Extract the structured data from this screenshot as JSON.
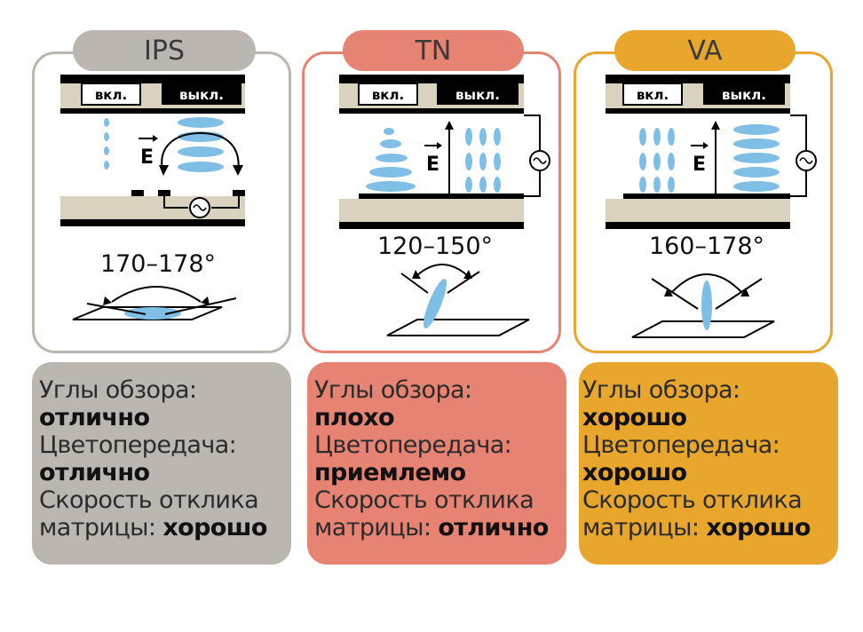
{
  "colors": {
    "ips": "#bcb6b0",
    "tn": "#e68373",
    "va": "#e8a62c",
    "lc": "#7fbfe6",
    "substrate": "#d9d2bf"
  },
  "panels": [
    {
      "name": "IPS",
      "on_label": "вкл.",
      "off_label": "выкл.",
      "field_label": "E",
      "angle": "170–178°",
      "viewing_label": "Углы обзора:",
      "viewing_value": "отлично",
      "color_label": "Цветопередача:",
      "color_value": "отлично",
      "response_label_1": "Скорость отклика",
      "response_label_2": "матрицы: ",
      "response_value": "хорошо"
    },
    {
      "name": "TN",
      "on_label": "вкл.",
      "off_label": "выкл.",
      "field_label": "E",
      "angle": "120–150°",
      "viewing_label": "Углы обзора:",
      "viewing_value": "плохо",
      "color_label": "Цветопередача:",
      "color_value": "приемлемо",
      "response_label_1": "Скорость отклика",
      "response_label_2": "матрицы: ",
      "response_value": "отлично"
    },
    {
      "name": "VA",
      "on_label": "вкл.",
      "off_label": "выкл.",
      "field_label": "E",
      "angle": "160–178°",
      "viewing_label": "Углы обзора:",
      "viewing_value": "хорошо",
      "color_label": "Цветопередача:",
      "color_value": "хорошо",
      "response_label_1": "Скорость отклика",
      "response_label_2": "матрицы: ",
      "response_value": "хорошо"
    }
  ]
}
